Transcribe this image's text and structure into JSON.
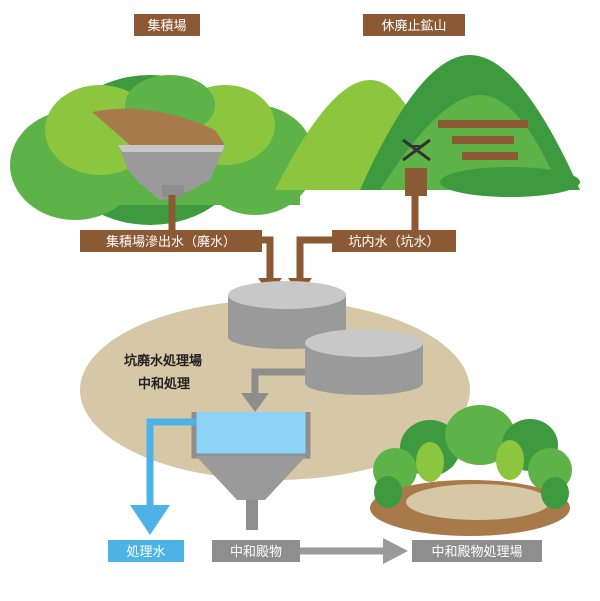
{
  "labels": {
    "collection_site": "集積場",
    "closed_mine": "休廃止鉱山",
    "seepage_water": "集積場滲出水（廃水）",
    "mine_water": "坑内水（坑水）",
    "treatment_plant": "坑廃水処理場",
    "neutralization": "中和処理",
    "treated_water": "処理水",
    "neutralized_sediment": "中和殿物",
    "sediment_site": "中和殿物処理場"
  },
  "colors": {
    "brown_label": "#8b5a35",
    "light_blue": "#4db3e6",
    "gray_label": "#8e8e8e",
    "ground": "#d6c7a6",
    "green_dark": "#3d9a3f",
    "green_mid": "#5db347",
    "green_light": "#8cc63f"
  }
}
